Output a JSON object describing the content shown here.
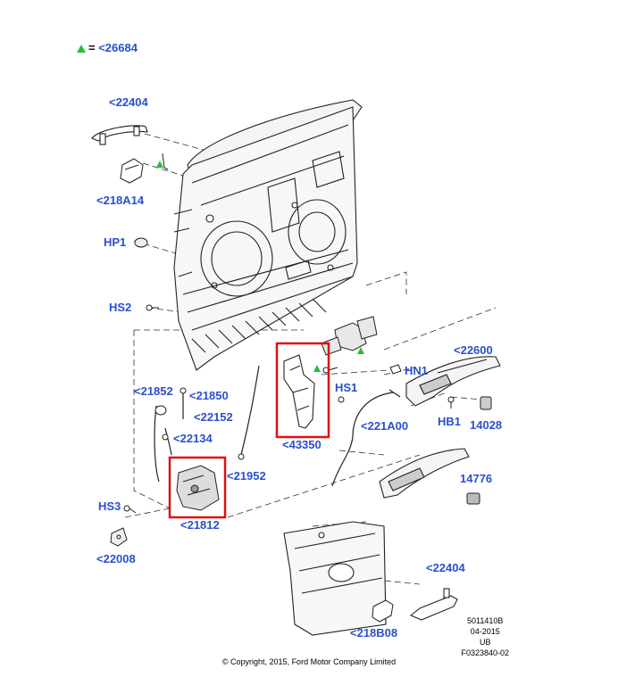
{
  "legend": {
    "marker": "green-triangle",
    "text": "<26684"
  },
  "callouts": {
    "c22404_top": "<22404",
    "c218A14": "<218A14",
    "cHP1": "HP1",
    "cHS2": "HS2",
    "c21852": "<21852",
    "c21850": "<21850",
    "c22152": "<22152",
    "c22134": "<22134",
    "c21952": "<21952",
    "c21812": "<21812",
    "cHS3": "HS3",
    "c22008": "<22008",
    "c43350": "<43350",
    "cHS1": "HS1",
    "c221A00": "<221A00",
    "cHN1": "HN1",
    "c22600": "<22600",
    "cHB1": "HB1",
    "c14028": "14028",
    "c14776": "14776",
    "c22404_bottom": "<22404",
    "c218B08": "<218B08"
  },
  "reference": {
    "line1": "5011410B",
    "line2": "04-2015",
    "line3": "UB",
    "line4": "F0323840-02"
  },
  "copyright": "© Copyright, 2015, Ford Motor Company Limited",
  "colors": {
    "callout": "#2a4fd0",
    "highlight": "#e01010",
    "marker": "#22c03a",
    "line": "#222222"
  }
}
